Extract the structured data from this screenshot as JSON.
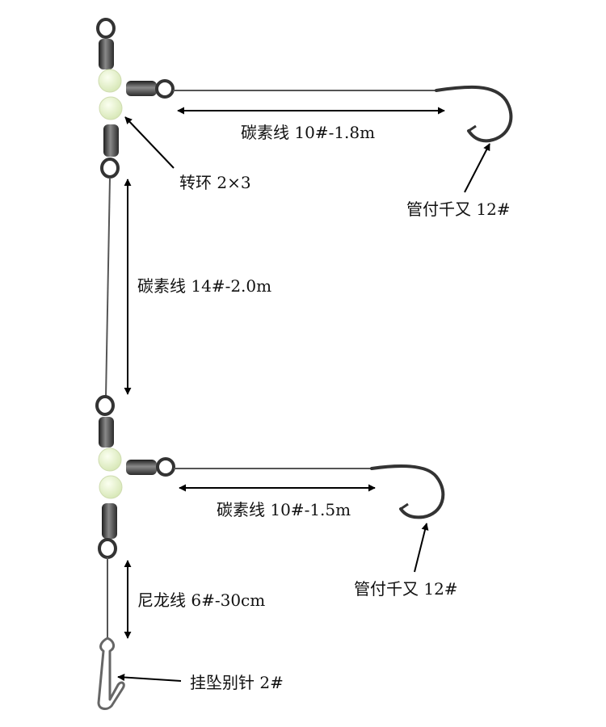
{
  "labels": {
    "upper_branch_line": "碳素线 10#-1.8m",
    "upper_swivel": "转环 2×3",
    "upper_hook": "管付千又 12#",
    "main_line": "碳素线 14#-2.0m",
    "lower_branch_line": "碳素线 10#-1.5m",
    "lower_hook": "管付千又 12#",
    "leader_line": "尼龙线 6#-30cm",
    "snap": "挂坠别针 2#"
  },
  "colors": {
    "line": "#555555",
    "arrow": "#000000",
    "bead": "#e6f2cf",
    "swivel_metal": "#3a3a3a",
    "hook": "#333333"
  }
}
